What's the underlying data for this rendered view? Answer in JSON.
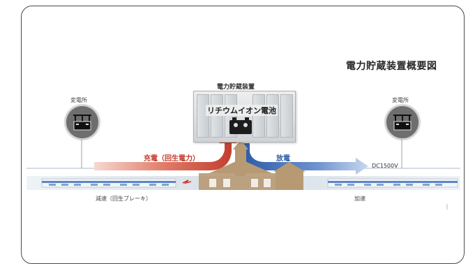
{
  "diagram": {
    "title": "電力貯蔵装置概要図",
    "storage_label": "電力貯蔵装置",
    "battery_label": "リチウムイオン電池",
    "substation_left_label": "変電所",
    "substation_right_label": "変電所",
    "charge_label": "充電（回生電力）",
    "discharge_label": "放電",
    "voltage_label": "DC1500V",
    "decel_label": "減速（回生ブレーキ）",
    "accel_label": "加速"
  },
  "icons": {
    "substation": "substation-icon",
    "battery": "battery-icon",
    "station": "station-building-icon",
    "train": "train-icon",
    "spark": "spark-icon"
  },
  "colors": {
    "charge_arrow": "#c0392b",
    "discharge_arrow": "#2b5aa8",
    "substation_circle": "#6e6e6e",
    "rail": "#cfd6dc"
  }
}
